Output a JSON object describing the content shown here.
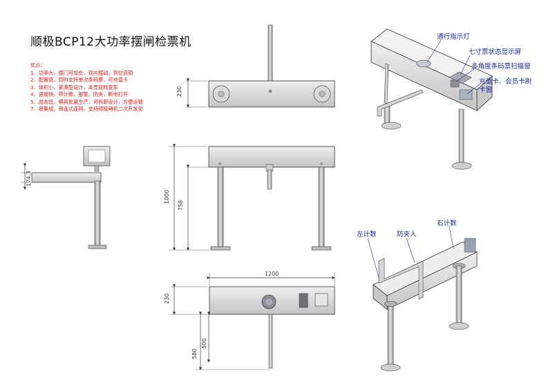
{
  "title": "顺极BCP12大功率摆闸检票机",
  "features": {
    "heading": "优点：",
    "items": [
      "1、功率大，摆门可加长，双向摆动，到位自锁",
      "2、配置高，同时支持单次条码票，可充值卡",
      "3、体积小，紧凑型设计，本壳冒帐查军",
      "4、速度快，带计数，报警，防夹，断电打开",
      "5、成本低，模具批量生产，可拆卸设计，方便运输",
      "7、易集成，串连式连网，支持顺极闸机二次开发包"
    ]
  },
  "dimensions": {
    "top_height": "230",
    "side_arm": "174.3",
    "front_total": "1000",
    "front_post": "758",
    "bottom_width": "1200",
    "bottom_depth": "230",
    "bottom_arm": "580",
    "bottom_arm2": "500"
  },
  "callouts_top": {
    "pass_light": "通行指示灯",
    "screen": "七寸票状态显示屏",
    "scanner": "多角度条码票扫描窗",
    "card_line1": "充值卡、会员卡刷",
    "card_line2": "卡窗"
  },
  "callouts_bottom": {
    "left_counter": "左计数",
    "anti_pinch": "防夹人",
    "right_counter": "右计数"
  },
  "colors": {
    "line": "#444444",
    "metal": "#d6d6d8",
    "callout": "#1b2a9c",
    "feature_text": "#e01818"
  }
}
